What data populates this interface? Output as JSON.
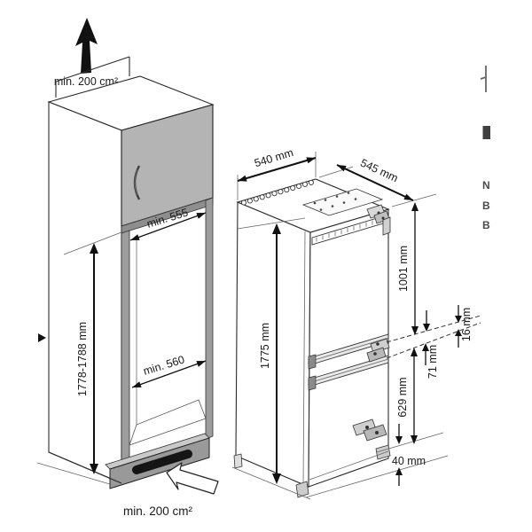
{
  "left_diagram": {
    "title": "cabinet-niche-installation",
    "top_vent_label": "min. 200 cm²",
    "niche_width_label": "min. 555",
    "niche_height_label": "1778-1788 mm",
    "niche_depth_label": "min. 560",
    "bottom_vent_label": "min. 200 cm²"
  },
  "right_diagram": {
    "title": "appliance-dimensions",
    "width_label": "540 mm",
    "depth_label": "545 mm",
    "height_label": "1775 mm",
    "upper_section_label": "1001 mm",
    "door_gap_label": "16 mm",
    "hinge_offset_label": "71 mm",
    "lower_section_label": "629 mm",
    "plinth_height_label": "40 mm"
  },
  "page_edge_fragments": {
    "line1": "N",
    "line2": "B",
    "line3": "B"
  },
  "colors": {
    "door_gray": "#b4b4b4",
    "rail_gray": "#9d9d9d",
    "plinth_gray": "#999999",
    "line_color": "#1a1a1a"
  }
}
